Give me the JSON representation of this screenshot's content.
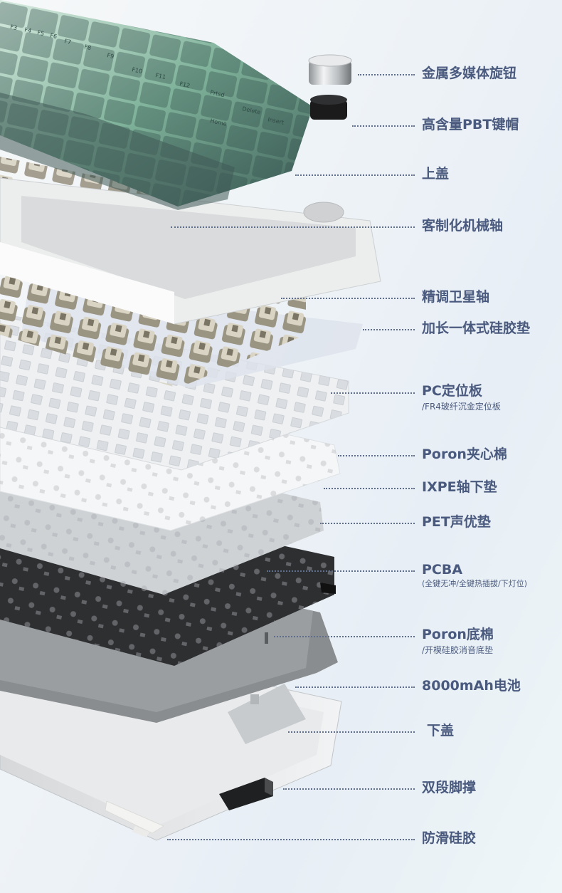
{
  "colors": {
    "label_text": "#4a5a7e",
    "leader": "#5f6e8c",
    "keycap_light": "#c7e0d3",
    "keycap_mid": "#6fa48c",
    "keycap_dark": "#3f5a55",
    "plate_white": "#f4f5f6",
    "pcb_dark": "#2d2f31",
    "case_gray": "#e2e4e6"
  },
  "keys": {
    "fn_row": [
      "F3",
      "F4",
      "F5",
      "F6",
      "F7",
      "F8",
      "F9",
      "F10",
      "F11",
      "F12"
    ],
    "nav": [
      "Prtsd",
      "Delete",
      "Insert",
      "Home"
    ]
  },
  "callouts": [
    {
      "label": "金属多媒体旋钮",
      "icon": "metal-knob"
    },
    {
      "label": "高含量PBT键帽",
      "icon": "black-knob"
    },
    {
      "label": "上盖"
    },
    {
      "label": "客制化机械轴"
    },
    {
      "label": "精调卫星轴"
    },
    {
      "label": "加长一体式硅胶垫"
    },
    {
      "label": "PC定位板",
      "sub": "/FR4玻纤沉金定位板"
    },
    {
      "label": "Poron夹心棉"
    },
    {
      "label": "IXPE轴下垫"
    },
    {
      "label": "PET声优垫"
    },
    {
      "label": "PCBA",
      "sub": "(全键无冲/全键热插拔/下灯位)"
    },
    {
      "label": "Poron底棉",
      "sub": "/开模硅胶消音底垫"
    },
    {
      "label": "8000mAh电池"
    },
    {
      "label": "下盖"
    },
    {
      "label": "双段脚撑"
    },
    {
      "label": "防滑硅胶"
    }
  ]
}
